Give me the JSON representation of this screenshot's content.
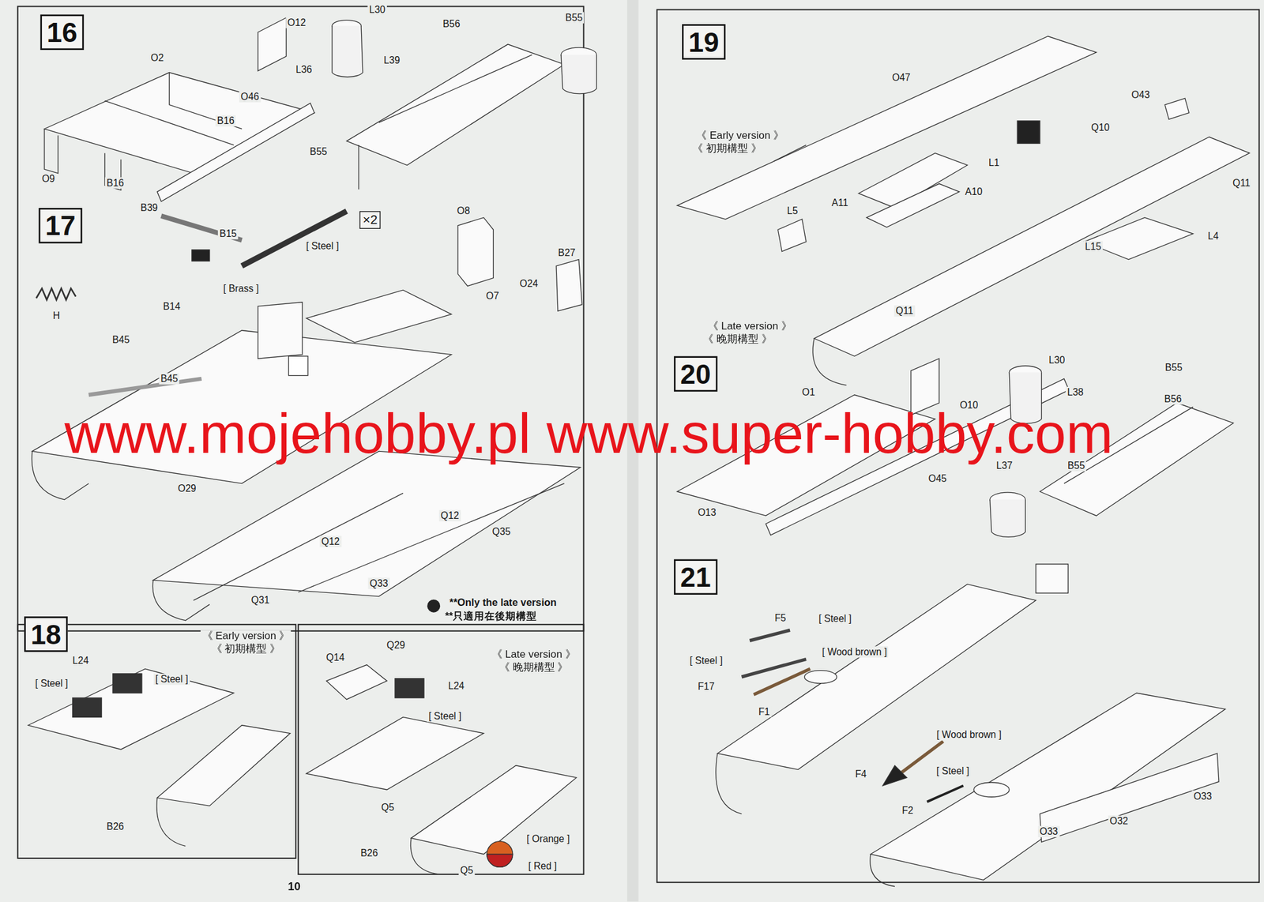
{
  "diagram": {
    "nodes": [
      {
        "text": [
          "16"
        ]
      },
      {
        "text": [
          "17"
        ]
      },
      {
        "text": [
          "×2"
        ]
      },
      {
        "text": [
          "18"
        ]
      },
      {
        "text": [
          "19"
        ]
      },
      {
        "text": [
          "20"
        ]
      },
      {
        "text": [
          "21"
        ]
      }
    ],
    "labels": [
      "O12",
      "L30",
      "O2",
      "L39",
      "L36",
      "B56",
      "B55",
      "B16",
      "O46",
      "B55",
      "O9",
      "B16",
      "B39",
      "B15",
      "[ Steel ]",
      "O8",
      "B27",
      "O24",
      "O7",
      "H",
      "[ Brass ]",
      "B14",
      "B45",
      "B45",
      "O29",
      "Q12",
      "Q35",
      "Q12",
      "Q33",
      "Q31",
      "**Only the late version",
      "**只適用在後期構型",
      "《 Early version 》",
      "《 初期構型 》",
      "L24",
      "[ Steel ]",
      "[ Steel ]",
      "B26",
      "《 Late version 》",
      "《 晚期構型 》",
      "Q14",
      "Q29",
      "L24",
      "[ Steel ]",
      "Q5",
      "B26",
      "[ Orange ]",
      "Q5",
      "[ Red ]",
      "10",
      "O47",
      "《 Early version 》",
      "《 初期構型 》",
      "O43",
      "Q10",
      "L1",
      "Q11",
      "A10",
      "A11",
      "L5",
      "L4",
      "L15",
      "Q11",
      "《 Late version 》",
      "《 晚期構型 》",
      "L30",
      "B55",
      "O1",
      "L38",
      "B56",
      "O10",
      "L37",
      "B55",
      "O45",
      "O13",
      "F5",
      "[ Steel ]",
      "[ Wood brown ]",
      "[ Steel ]",
      "F17",
      "F1",
      "[ Wood brown ]",
      "[ Steel ]",
      "F4",
      "O33",
      "F2",
      "O32",
      "O33",
      "www.mojehobby.pl www.super-hobby.com"
    ]
  }
}
